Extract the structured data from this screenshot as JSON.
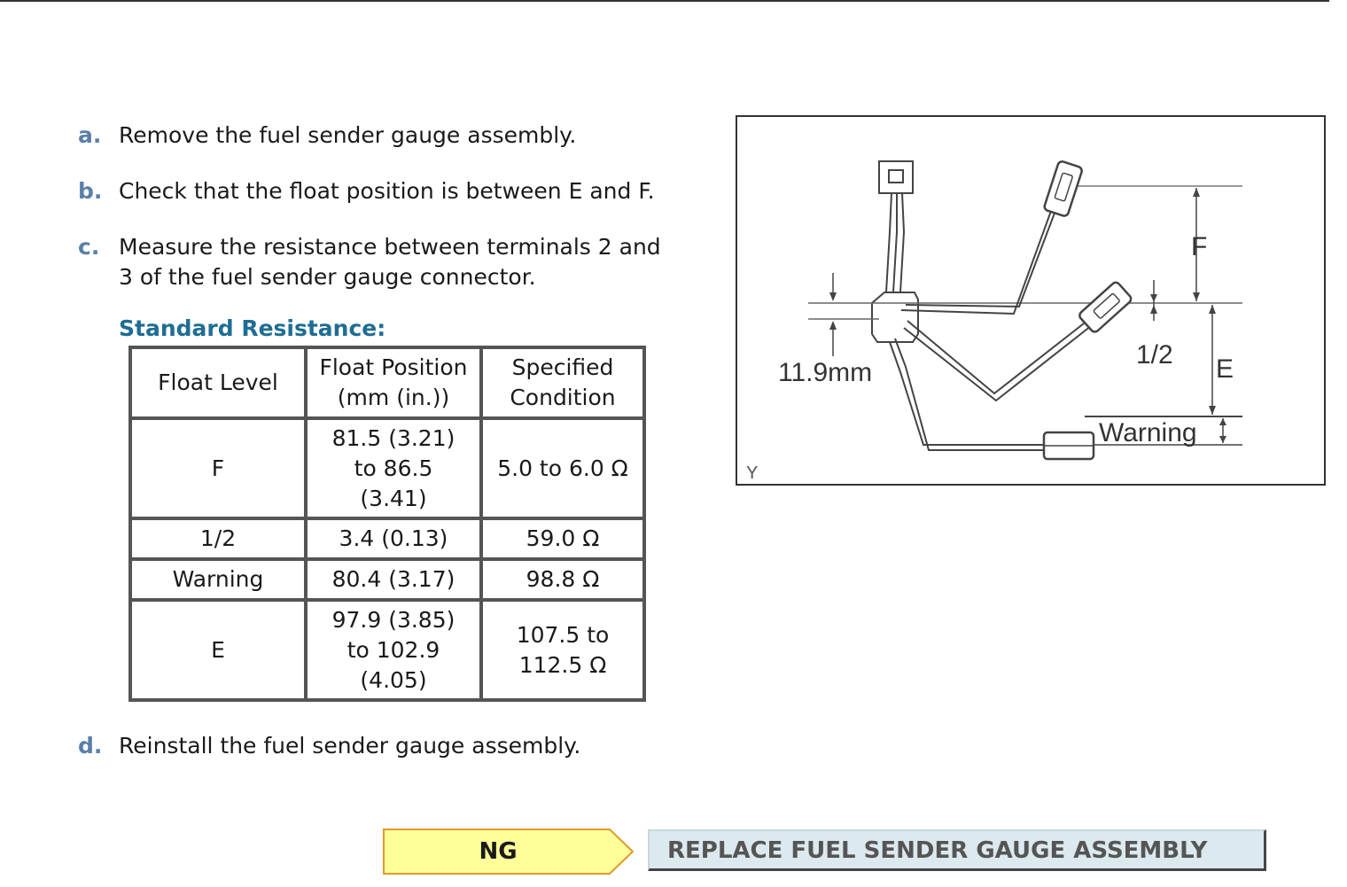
{
  "steps": [
    {
      "letter": "a.",
      "text": "Remove the fuel sender gauge assembly."
    },
    {
      "letter": "b.",
      "text": "Check that the float position is between E and F."
    },
    {
      "letter": "c.",
      "line1": "Measure the resistance between terminals 2 and",
      "line2": "3 of the fuel sender gauge connector."
    },
    {
      "letter": "d.",
      "text": "Reinstall the fuel sender gauge assembly."
    }
  ],
  "standard_heading": "Standard Resistance:",
  "table": {
    "headers": {
      "float_level": "Float Level",
      "float_position": [
        "Float Position",
        "(mm (in.))"
      ],
      "specified_condition": [
        "Specified",
        "Condition"
      ]
    },
    "rows": [
      {
        "level": "F",
        "position": [
          "81.5 (3.21)",
          "to 86.5",
          "(3.41)"
        ],
        "condition": [
          "5.0 to 6.0 Ω"
        ]
      },
      {
        "level": "1/2",
        "position": [
          "3.4 (0.13)"
        ],
        "condition": [
          "59.0 Ω"
        ]
      },
      {
        "level": "Warning",
        "position": [
          "80.4 (3.17)"
        ],
        "condition": [
          "98.8 Ω"
        ]
      },
      {
        "level": "E",
        "position": [
          "97.9 (3.85)",
          "to 102.9",
          "(4.05)"
        ],
        "condition": [
          "107.5 to",
          "112.5 Ω"
        ]
      }
    ]
  },
  "diagram": {
    "label_dimension": "11.9mm",
    "label_f": "F",
    "label_half": "1/2",
    "label_e": "E",
    "label_warning": "Warning",
    "label_corner": "Y"
  },
  "flow": {
    "ng_label": "NG",
    "ng_color": "#ffff99",
    "ng_border": "#e09a2a",
    "action_label": "REPLACE FUEL SENDER GAUGE ASSEMBLY",
    "action_bg": "#dce9ef"
  }
}
